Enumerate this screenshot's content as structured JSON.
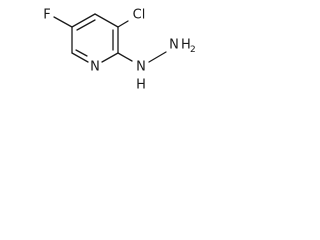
{
  "molecule": {
    "atoms": {
      "fluorine": "F",
      "chlorine": "Cl",
      "ring_nitrogen": "N",
      "hydrazine_nh": "H",
      "hydrazine_nh_n": "N",
      "hydrazine_nh2_n": "N",
      "hydrazine_h2": "H",
      "hydrazine_h2_subscript": "2"
    }
  }
}
